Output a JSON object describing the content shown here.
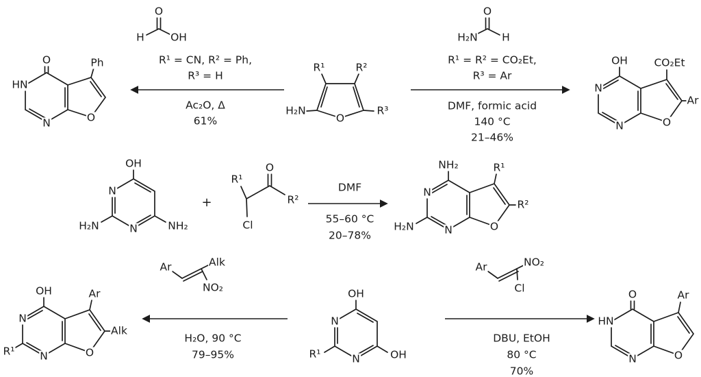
{
  "colors": {
    "ink": "#1c1c1c",
    "background": "#ffffff"
  },
  "row1": {
    "product_left": {
      "carbonyl_o": "O",
      "nh": "HN",
      "n1": "N",
      "furan_o": "O",
      "ph": "Ph"
    },
    "reagent_left": {
      "o": "O",
      "h": "H",
      "oh": "OH"
    },
    "conditions_left": {
      "line1": "R¹ = CN, R² = Ph,",
      "line2": "R³ = H",
      "reagent": "Ac₂O, Δ",
      "yield": "61%"
    },
    "substrate": {
      "r1": "R¹",
      "r2": "R²",
      "r3": "R³",
      "h2n": "H₂N",
      "furan_o": "O"
    },
    "reagent_right": {
      "o": "O",
      "h2n": "H₂N",
      "h": "H"
    },
    "conditions_right": {
      "line1": "R¹ = R² = CO₂Et,",
      "line2": "R³ = Ar",
      "solvent": "DMF, formic acid",
      "temp": "140 °C",
      "yield": "21–46%"
    },
    "product_right": {
      "oh": "OH",
      "co2et": "CO₂Et",
      "n3": "N",
      "n1": "N",
      "furan_o": "O",
      "ar": "Ar"
    }
  },
  "row2": {
    "reactant": {
      "oh": "OH",
      "n3": "N",
      "n1": "N",
      "h2n": "H₂N",
      "nh2": "NH₂"
    },
    "plus": "+",
    "ketone": {
      "r1": "R¹",
      "o": "O",
      "r2": "R²",
      "cl": "Cl"
    },
    "conditions": {
      "solvent": "DMF",
      "temp": "55–60 °C",
      "yield": "20–78%"
    },
    "product": {
      "nh2": "NH₂",
      "r1": "R¹",
      "n3": "N",
      "h2n": "H₂N",
      "n1": "N",
      "furan_o": "O",
      "r2": "R²"
    }
  },
  "row3": {
    "product_left": {
      "oh": "OH",
      "ar": "Ar",
      "n3": "N",
      "r1": "R¹",
      "n1": "N",
      "furan_o": "O",
      "alk": "Alk"
    },
    "reagent_left": {
      "ar": "Ar",
      "alk": "Alk",
      "no2": "NO₂"
    },
    "conditions_left": {
      "solvent": "H₂O, 90 °C",
      "yield": "79–95%"
    },
    "reactant": {
      "oh_top": "OH",
      "n3": "N",
      "r1": "R¹",
      "n1": "N",
      "oh_right": "OH"
    },
    "reagent_right": {
      "ar": "Ar",
      "no2": "NO₂",
      "cl": "Cl"
    },
    "conditions_right": {
      "reagents": "DBU, EtOH",
      "temp": "80 °C",
      "yield": "70%"
    },
    "product_right": {
      "o": "O",
      "ar": "Ar",
      "hn": "HN",
      "n1": "N",
      "furan_o": "O"
    }
  }
}
